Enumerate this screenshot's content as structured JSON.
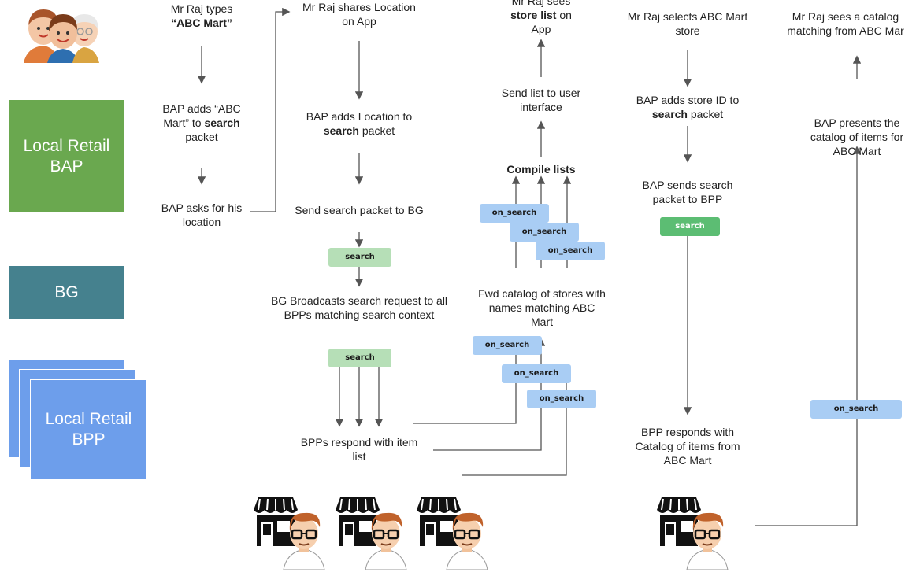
{
  "lanes": {
    "bap": "Local Retail\nBAP",
    "bg": "BG",
    "bpp": "Local Retail\nBPP"
  },
  "steps": {
    "s1_pre": "Mr Raj types",
    "s1_bold": "“ABC Mart”",
    "s2_pre": "BAP adds “ABC Mart” to",
    "s2_bold": "search",
    "s2_post": "packet",
    "s3": "BAP asks for his location",
    "s4": "Mr Raj shares Location on App",
    "s5_pre": "BAP adds Location to",
    "s5_bold": "search",
    "s5_post": "packet",
    "s6": "Send search packet to BG",
    "s7": "BG Broadcasts search request to all BPPs matching search context",
    "s8": "BPPs respond with item  list",
    "s9": "Fwd catalog of stores with names matching ABC Mart",
    "s10": "Compile lists",
    "s11": "Send list to user interface",
    "s12_pre": "Mr Raj sees",
    "s12_bold": "store list",
    "s12_mid": "on",
    "s12_post": "App",
    "s13": "Mr Raj selects ABC Mart store",
    "s14_pre": "BAP adds store ID to",
    "s14_bold": "search",
    "s14_post": "packet",
    "s15": "BAP sends search packet to BPP",
    "s16": "BPP responds with Catalog of items from ABC Mart",
    "s17": "BAP presents the catalog of items for ABC Mart",
    "s18": "Mr Raj sees a catalog matching from ABC Mart"
  },
  "pills": {
    "search": "search",
    "on_search": "on_search"
  },
  "colors": {
    "bap_lane": "#6aa84f",
    "bg_lane": "#45818e",
    "bpp_lane": "#6d9eeb",
    "search_pill": "#b6dfb7",
    "search_pill_strong": "#5cbd73",
    "on_search_pill": "#a9cdf4",
    "arrow": "#555555"
  },
  "icons": [
    "family-icon",
    "store-icon",
    "shopkeeper-icon"
  ]
}
